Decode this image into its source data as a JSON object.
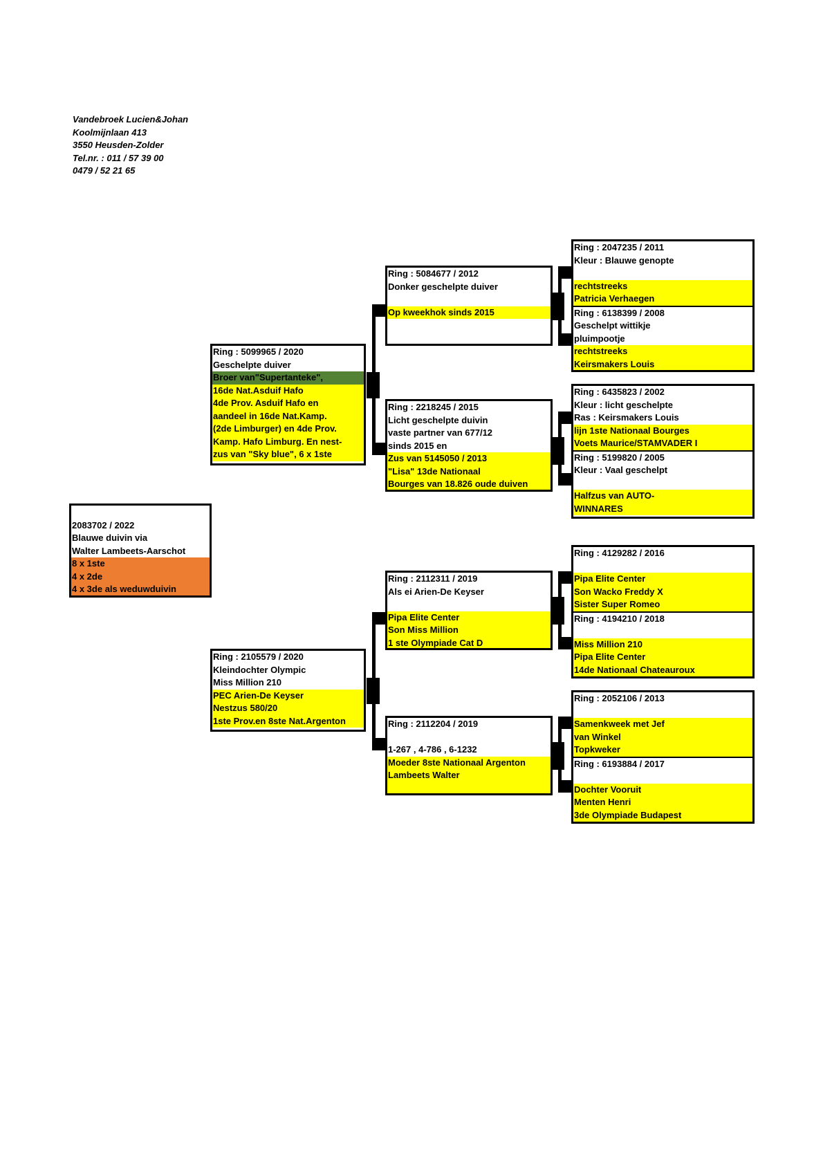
{
  "owner": {
    "name": "Vandebroek Lucien&Johan",
    "street": "Koolmijnlaan 413",
    "city": "3550 Heusden-Zolder",
    "phone": "Tel.nr. : 011 / 57 39 00",
    "mobile": "0479 / 52 21 65"
  },
  "subject": {
    "lines": [
      "",
      "2083702 / 2022",
      "Blauwe duivin via",
      "Walter Lambeets-Aarschot",
      "8 x 1ste",
      "4 x 2de",
      "4 x 3de als weduwduivin"
    ]
  },
  "father": {
    "lines": [
      "Ring : 5099965 / 2020",
      "Geschelpte duiver",
      "Broer van\"Supertanteke\",",
      "16de Nat.Asduif Hafo",
      "4de Prov. Asduif Hafo en",
      "aandeel in 16de Nat.Kamp.",
      "(2de Limburger) en 4de Prov.",
      "Kamp. Hafo Limburg. En nest-",
      "zus van \"Sky blue\", 6 x 1ste"
    ]
  },
  "mother": {
    "lines": [
      "Ring : 2105579 / 2020",
      "Kleindochter Olympic",
      "Miss Million 210",
      "PEC Arien-De Keyser",
      "Nestzus 580/20",
      "1ste Prov.en 8ste Nat.Argenton"
    ]
  },
  "ff": {
    "lines": [
      "Ring : 5084677 / 2012",
      "Donker geschelpte duiver",
      "",
      "Op kweekhok sinds 2015",
      "",
      ""
    ]
  },
  "fm": {
    "lines": [
      "Ring : 2218245 / 2015",
      "Licht geschelpte duivin",
      "vaste partner van 677/12",
      "sinds 2015 en",
      "Zus van 5145050 / 2013",
      "\"Lisa\"  13de Nationaal",
      "Bourges van 18.826 oude duiven"
    ]
  },
  "mf": {
    "lines": [
      "Ring : 2112311 / 2019",
      "Als ei Arien-De Keyser",
      "",
      "Pipa Elite Center",
      "Son Miss Million",
      "1 ste Olympiade Cat D"
    ]
  },
  "mm": {
    "lines": [
      "Ring : 2112204 / 2019",
      "",
      "1-267 , 4-786 , 6-1232",
      "Moeder 8ste Nationaal Argenton",
      "Lambeets Walter",
      ""
    ]
  },
  "g1": {
    "a": [
      "Ring : 2047235 / 2011",
      "Kleur : Blauwe genopte",
      "",
      "rechtstreeks",
      "Patricia Verhaegen"
    ],
    "b": [
      "Ring : 6138399 / 2008",
      "Geschelpt wittikje",
      "pluimpootje",
      "rechtstreeks",
      "Keirsmakers Louis"
    ]
  },
  "g2": {
    "a": [
      "Ring : 6435823 / 2002",
      "Kleur : licht geschelpte",
      "Ras : Keirsmakers Louis",
      "lijn 1ste Nationaal Bourges",
      "Voets Maurice/STAMVADER I"
    ],
    "b": [
      "Ring :  5199820 / 2005",
      "Kleur : Vaal geschelpt",
      "",
      "Halfzus van AUTO-",
      "WINNARES"
    ]
  },
  "g3": {
    "a": [
      "Ring : 4129282 / 2016",
      "",
      "Pipa Elite Center",
      "Son Wacko Freddy X",
      "Sister Super Romeo"
    ],
    "b": [
      "Ring : 4194210 / 2018",
      "",
      "Miss Million 210",
      "Pipa Elite Center",
      "14de Nationaal Chateauroux"
    ]
  },
  "g4": {
    "a": [
      "Ring : 2052106 / 2013",
      "",
      "Samenkweek met Jef",
      "van Winkel",
      "Topkweker"
    ],
    "b": [
      "Ring : 6193884 / 2017",
      "",
      "Dochter Vooruit",
      "Menten Henri",
      "3de Olympiade Budapest"
    ]
  },
  "colors": {
    "highlight": "#ffff00",
    "green": "#548235",
    "orange": "#ed7d31"
  }
}
